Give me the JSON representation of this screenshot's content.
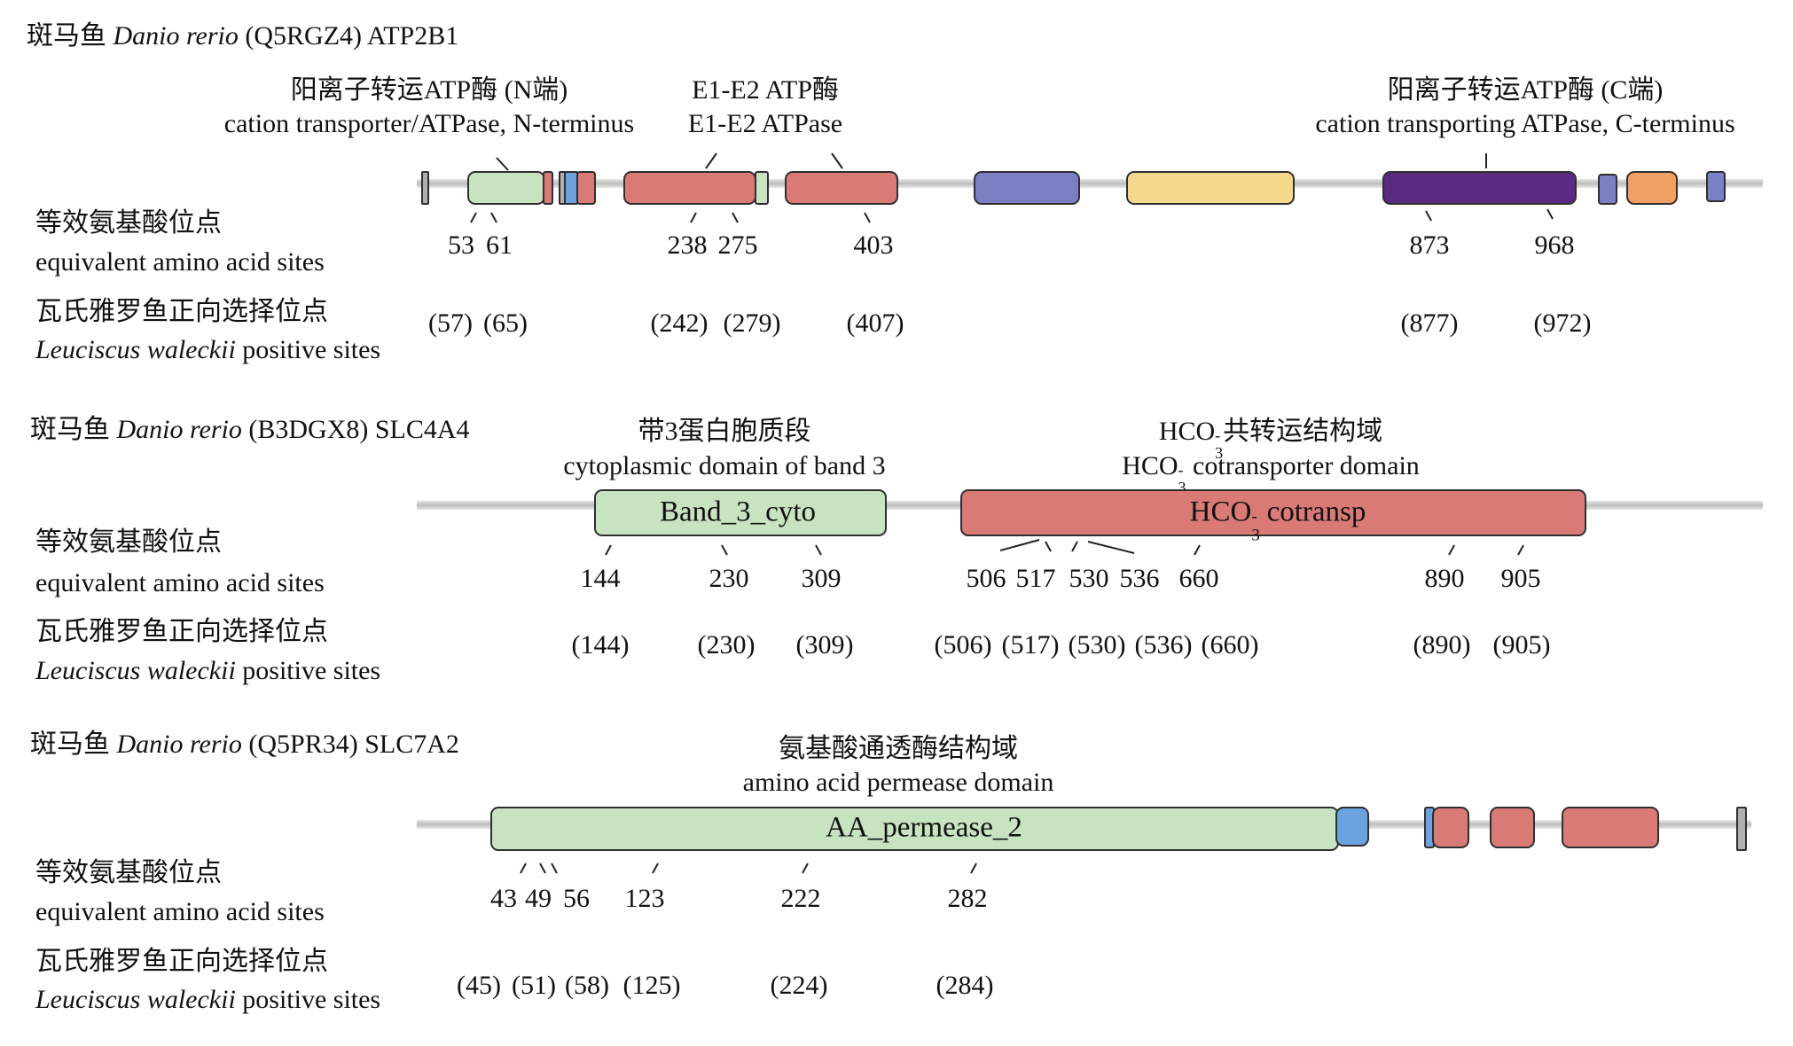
{
  "colors": {
    "green": "#c8e3c0",
    "red": "#d97a76",
    "blue": "#6aa3e0",
    "periwinkle": "#7b7fc4",
    "yellow": "#f6d88a",
    "purple": "#5b2a82",
    "orange": "#f0a062",
    "gray": "#b0b0b0"
  },
  "row_labels": {
    "eq_cn": "等效氨基酸位点",
    "eq_en": "equivalent amino acid sites",
    "pos_cn": "瓦氏雅罗鱼正向选择位点",
    "pos_en_italic": "Leuciscus waleckii",
    "pos_en_rest": " positive sites"
  },
  "p1": {
    "title_cn": "斑马鱼 ",
    "title_species": "Danio rerio",
    "title_rest": " (Q5RGZ4) ATP2B1",
    "ann1_cn": "阳离子转运ATP酶 (N端)",
    "ann1_en": "cation transporter/ATPase, N-terminus",
    "ann2_cn": "E1-E2 ATP酶",
    "ann2_en": "E1-E2 ATPase",
    "ann3_cn": "阳离子转运ATP酶 (C端)",
    "ann3_en": "cation transporting ATPase, C-terminus",
    "sites": [
      "53",
      "61",
      "238",
      "275",
      "403",
      "873",
      "968"
    ],
    "positive": [
      "(57)",
      "(65)",
      "(242)",
      "(279)",
      "(407)",
      "(877)",
      "(972)"
    ]
  },
  "p2": {
    "title_cn": "斑马鱼 ",
    "title_species": "Danio rerio",
    "title_rest": " (B3DGX8) SLC4A4",
    "ann1_cn": "带3蛋白胞质段",
    "ann1_en": "cytoplasmic domain of band 3",
    "ann2_cn_a": "HCO",
    "ann2_cn_sub": "3",
    "ann2_cn_sup": "-",
    "ann2_cn_b": "共转运结构域",
    "ann2_en_a": "HCO",
    "ann2_en_sub": "3",
    "ann2_en_sup": "-",
    "ann2_en_b": " cotransporter domain",
    "dom1": "Band_3_cyto",
    "dom2_a": "HCO",
    "dom2_sub": "3",
    "dom2_sup": "-",
    "dom2_b": " cotransp",
    "sites": [
      "144",
      "230",
      "309",
      "506",
      "517",
      "530",
      "536",
      "660",
      "890",
      "905"
    ],
    "positive": [
      "(144)",
      "(230)",
      "(309)",
      "(506)",
      "(517)",
      "(530)",
      "(536)",
      "(660)",
      "(890)",
      "(905)"
    ]
  },
  "p3": {
    "title_cn": "斑马鱼 ",
    "title_species": "Danio rerio",
    "title_rest": " (Q5PR34) SLC7A2",
    "ann1_cn": "氨基酸通透酶结构域",
    "ann1_en": "amino acid permease domain",
    "dom1": "AA_permease_2",
    "sites": [
      "43",
      "49",
      "56",
      "123",
      "222",
      "282"
    ],
    "positive": [
      "(45)",
      "(51)",
      "(58)",
      "(125)",
      "(224)",
      "(284)"
    ]
  }
}
